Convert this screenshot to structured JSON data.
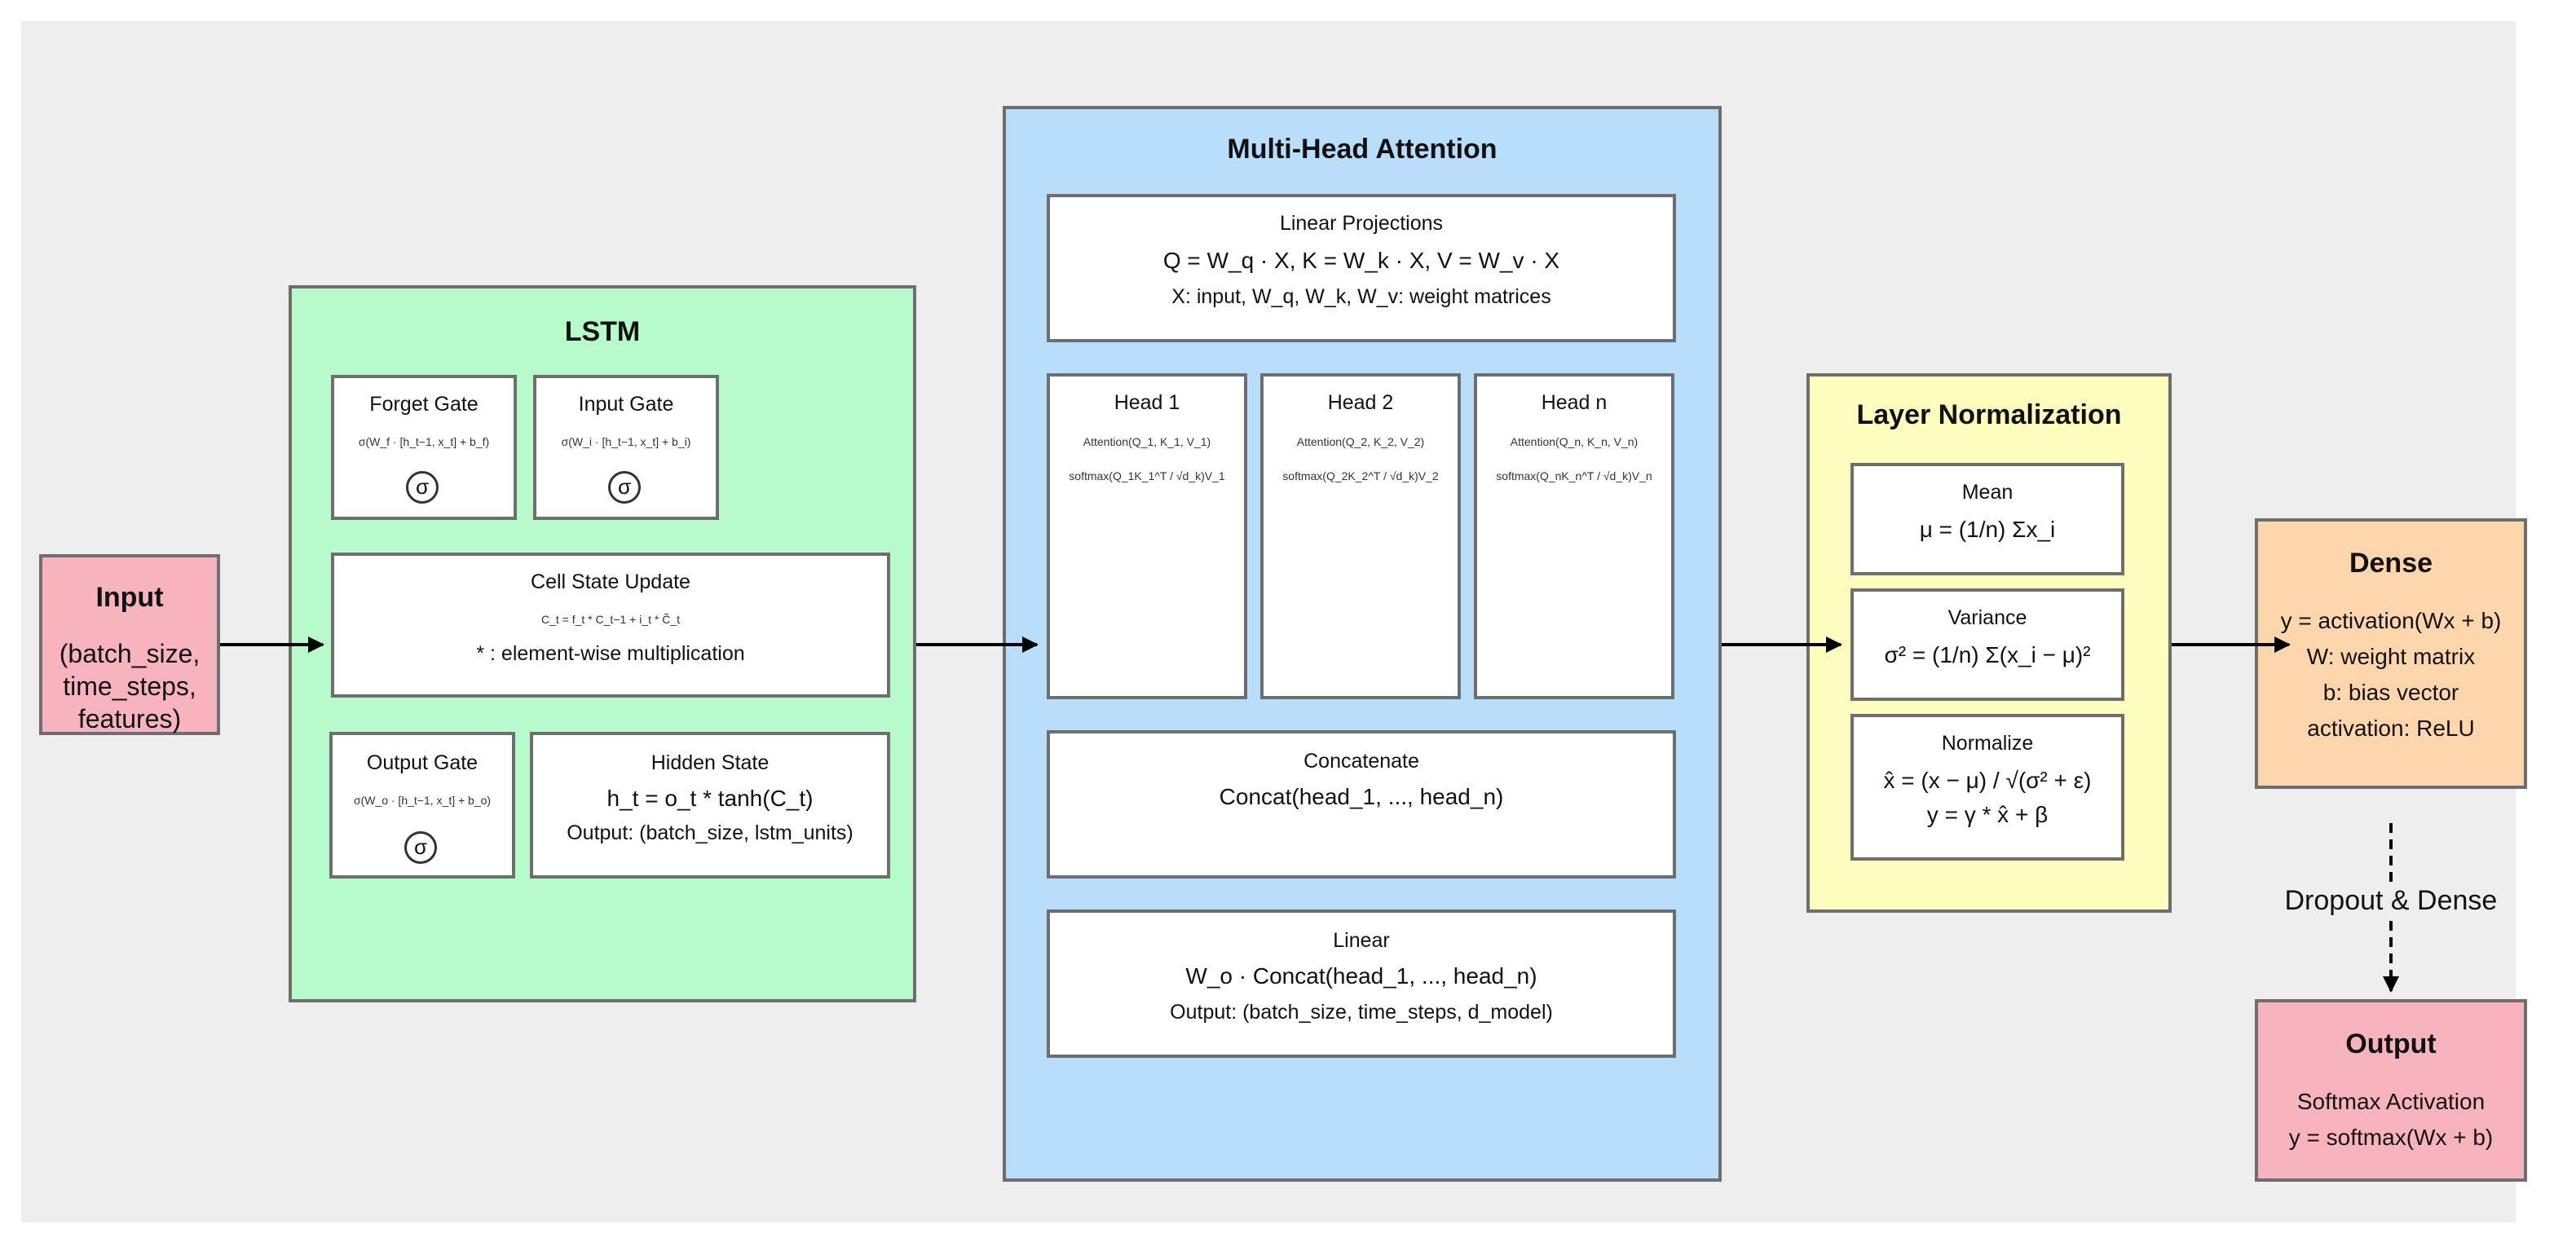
{
  "input": {
    "title": "Input",
    "lines": [
      "(batch_size,",
      "time_steps,",
      "features)"
    ]
  },
  "lstm": {
    "title": "LSTM",
    "forget_gate": {
      "title": "Forget Gate",
      "formula": "σ(W_f · [h_t−1, x_t] + b_f)",
      "symbol": "σ"
    },
    "input_gate": {
      "title": "Input Gate",
      "formula": "σ(W_i · [h_t−1, x_t] + b_i)",
      "symbol": "σ"
    },
    "cell_state": {
      "title": "Cell State Update",
      "formula": "C_t = f_t * C_t−1 + i_t * C̃_t",
      "note": "* : element-wise multiplication"
    },
    "output_gate": {
      "title": "Output Gate",
      "formula": "σ(W_o · [h_t−1, x_t] + b_o)",
      "symbol": "σ"
    },
    "hidden_state": {
      "title": "Hidden State",
      "formula": "h_t = o_t * tanh(C_t)",
      "output": "Output: (batch_size, lstm_units)"
    }
  },
  "mha": {
    "title": "Multi-Head Attention",
    "projections": {
      "title": "Linear Projections",
      "formula": "Q = W_q · X, K = W_k · X, V = W_v · X",
      "note": "X: input, W_q, W_k, W_v: weight matrices"
    },
    "heads": [
      {
        "title": "Head 1",
        "line1": "Attention(Q_1, K_1, V_1)",
        "line2": "softmax(Q_1K_1^T / √d_k)V_1"
      },
      {
        "title": "Head 2",
        "line1": "Attention(Q_2, K_2, V_2)",
        "line2": "softmax(Q_2K_2^T / √d_k)V_2"
      },
      {
        "title": "Head n",
        "line1": "Attention(Q_n, K_n, V_n)",
        "line2": "softmax(Q_nK_n^T / √d_k)V_n"
      }
    ],
    "concat": {
      "title": "Concatenate",
      "formula": "Concat(head_1, ..., head_n)"
    },
    "linear": {
      "title": "Linear",
      "formula": "W_o · Concat(head_1, ..., head_n)",
      "output": "Output: (batch_size, time_steps, d_model)"
    }
  },
  "layernorm": {
    "title": "Layer Normalization",
    "mean": {
      "title": "Mean",
      "formula": "μ = (1/n) Σx_i"
    },
    "variance": {
      "title": "Variance",
      "formula": "σ² = (1/n) Σ(x_i − μ)²"
    },
    "normalize": {
      "title": "Normalize",
      "formula1": "x̂ = (x − μ) / √(σ² + ε)",
      "formula2": "y = γ * x̂ + β"
    }
  },
  "dense": {
    "title": "Dense",
    "lines": [
      "y = activation(Wx + b)",
      "W: weight matrix",
      "b: bias vector",
      "activation: ReLU"
    ]
  },
  "edge_label": "Dropout & Dense",
  "output": {
    "title": "Output",
    "line1": "Softmax Activation",
    "line2": "y = softmax(Wx + b)"
  },
  "colors": {
    "input": "#f7b4bf",
    "lstm": "#b6fbc9",
    "mha": "#b9defc",
    "layernorm": "#fdfdbd",
    "dense": "#fdd7ab",
    "output": "#f7b4bf"
  }
}
